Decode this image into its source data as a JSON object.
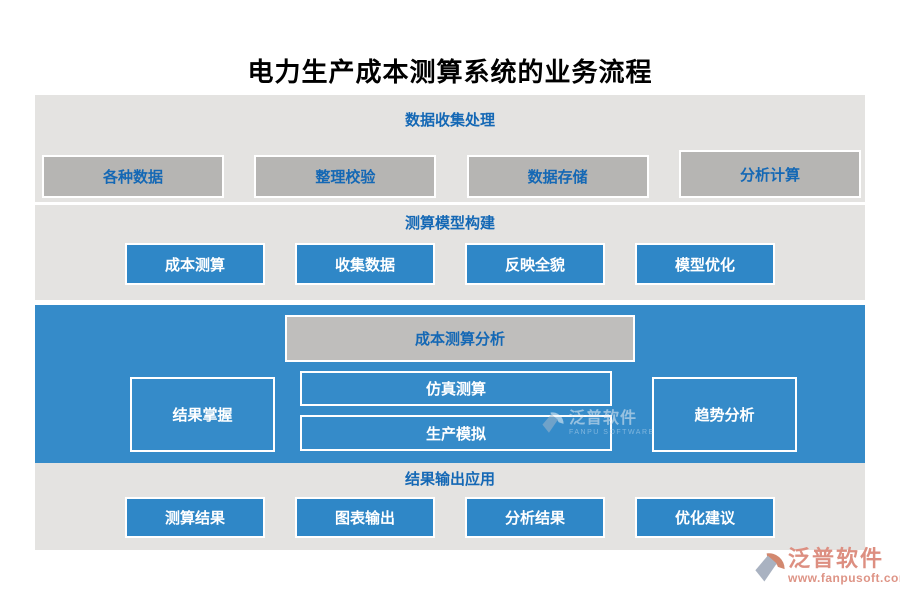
{
  "page": {
    "title": "电力生产成本测算系统的业务流程"
  },
  "colors": {
    "band_gray": "#e4e3e1",
    "box_gray": "#b6b5b3",
    "band_blue": "#358bc9",
    "box_blue": "#2f87c7",
    "text_blue": "#1468b5",
    "logo_coral": "#dd8f81"
  },
  "sections": [
    {
      "header": "数据收集处理",
      "boxes": [
        "各种数据",
        "整理校验",
        "数据存储",
        "分析计算"
      ]
    },
    {
      "header": "测算模型构建",
      "boxes": [
        "成本测算",
        "收集数据",
        "反映全貌",
        "模型优化"
      ]
    },
    {
      "header": "成本测算分析",
      "left_box": "结果掌握",
      "middle_boxes": [
        "仿真测算",
        "生产模拟"
      ],
      "right_box": "趋势分析"
    },
    {
      "header": "结果输出应用",
      "boxes": [
        "测算结果",
        "图表输出",
        "分析结果",
        "优化建议"
      ]
    }
  ],
  "watermark": {
    "name": "泛普软件",
    "subtext": "FANPU SOFTWARE"
  },
  "logo": {
    "name": "泛普软件",
    "url": "www.fanpusoft.com"
  }
}
